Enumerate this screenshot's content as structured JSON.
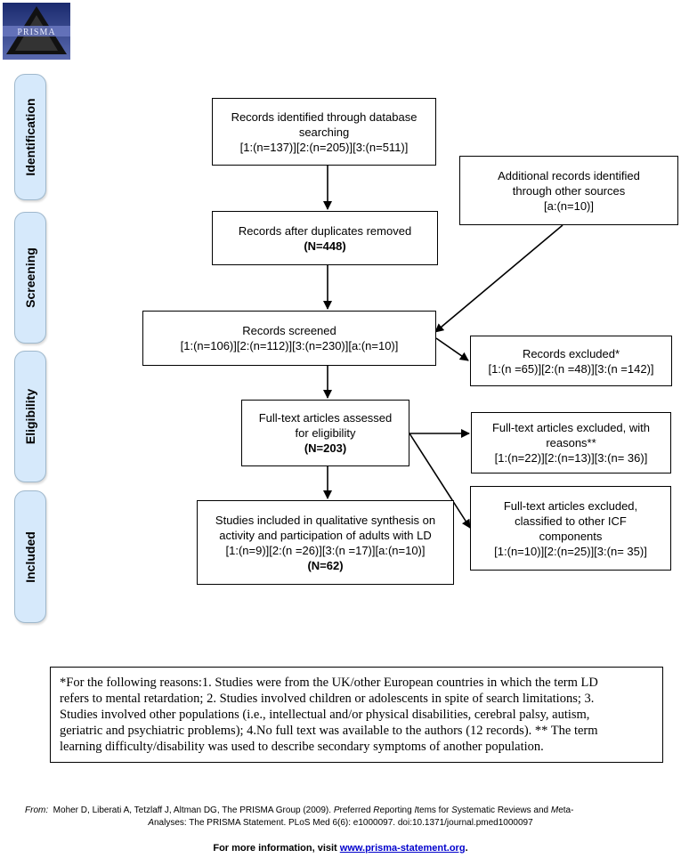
{
  "logo": {
    "text": "PRISMA"
  },
  "phases": {
    "identification": "Identification",
    "screening": "Screening",
    "eligibility": "Eligibility",
    "included": "Included"
  },
  "boxes": {
    "db_search": {
      "line1": "Records identified through database",
      "line2": "searching",
      "line3": "[1:(n=137)][2:(n=205)][3:(n=511)]"
    },
    "other_sources": {
      "line1": "Additional records identified",
      "line2": "through other sources",
      "line3": "[a:(n=10)]"
    },
    "duplicates_removed": {
      "line1": "Records after duplicates removed",
      "count": "(N=448)"
    },
    "screened": {
      "line1": "Records screened",
      "line2": "[1:(n=106)][2:(n=112)][3:(n=230)][a:(n=10)]"
    },
    "excluded": {
      "line1": "Records excluded*",
      "line2": "[1:(n =65)][2:(n =48)][3:(n =142)]"
    },
    "fulltext_assessed": {
      "line1": "Full-text articles assessed",
      "line2": "for eligibility",
      "count": "(N=203)"
    },
    "fulltext_excluded_reasons": {
      "line1": "Full-text articles excluded, with",
      "line2": "reasons**",
      "line3": "[1:(n=22)][2:(n=13)][3:(n= 36)]"
    },
    "fulltext_excluded_icf": {
      "line1": "Full-text articles excluded,",
      "line2": "classified to other ICF",
      "line3": "components",
      "line4": "[1:(n=10)][2:(n=25)][3:(n= 35)]"
    },
    "included": {
      "line1": "Studies included in qualitative synthesis on",
      "line2": "activity and participation of adults with LD",
      "line3": "[1:(n=9)][2:(n =26)][3:(n =17)][a:(n=10)]",
      "count": "(N=62)"
    }
  },
  "footnote": {
    "line1": "*For the following reasons:1. Studies were from the UK/other European countries in which the term LD",
    "line2": "refers to mental retardation; 2. Studies involved children or adolescents in spite of search limitations; 3.",
    "line3": "Studies involved other populations (i.e., intellectual and/or physical disabilities, cerebral palsy, autism,",
    "line4": "geriatric and psychiatric problems); 4.No full text was available to the authors (12 records). ** The term",
    "line5": "learning difficulty/disability was used to describe secondary symptoms of another population."
  },
  "citation": {
    "from": "From:",
    "line1_a": "Moher D, Liberati A, Tetzlaff J, Altman DG, The PRISMA Group (2009).",
    "p": "P",
    "referred": "referred ",
    "r": "R",
    "eporting": "eporting ",
    "i": "I",
    "tems_for": "tems for ",
    "s": "S",
    "ystematic_reviews_and": "ystematic Reviews and ",
    "m": "M",
    "eta": "eta-",
    "a": "A",
    "line2_rest": "nalyses: The PRISMA Statement. PLoS Med 6(6): e1000097. doi:10.1371/journal.pmed1000097"
  },
  "more_info": {
    "prefix": "For more information, visit ",
    "link": "www.prisma-statement.org",
    "suffix": "."
  }
}
